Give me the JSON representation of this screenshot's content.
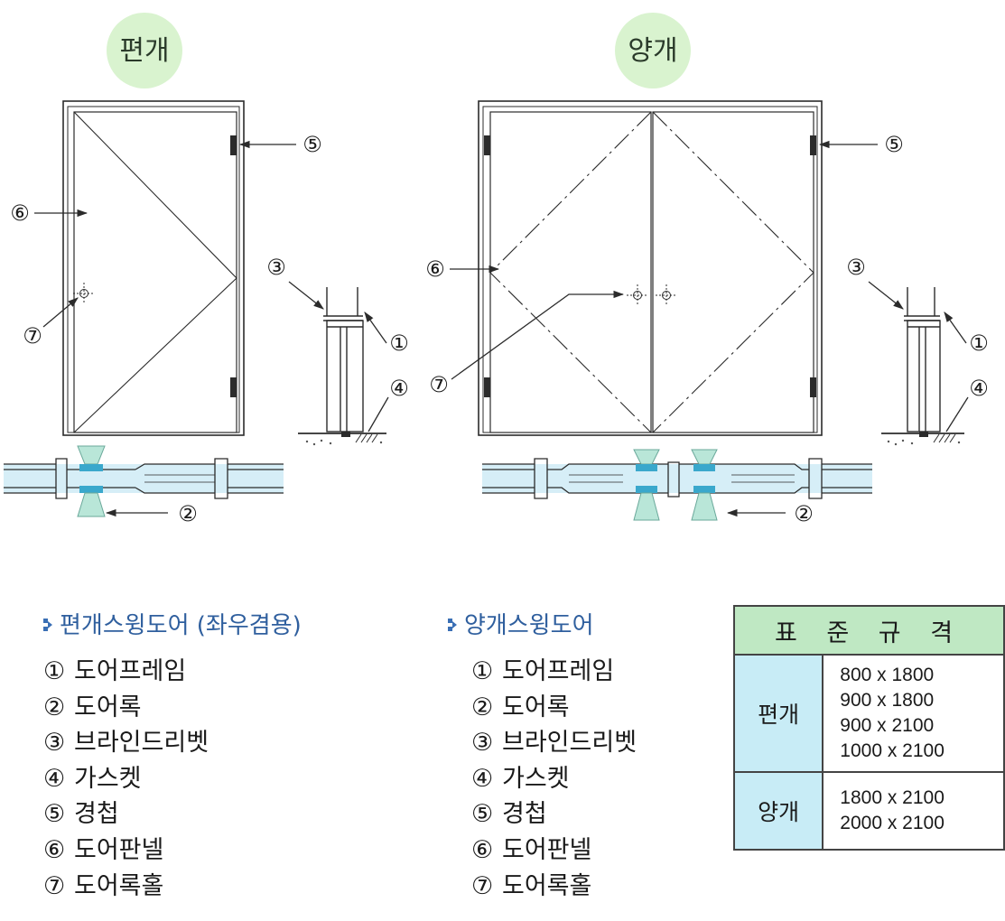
{
  "diagram": {
    "single_heading": "편개",
    "double_heading": "양개",
    "callouts": {
      "one": "①",
      "two": "②",
      "three": "③",
      "four": "④",
      "five": "⑤",
      "six": "⑥",
      "seven": "⑦"
    },
    "colors": {
      "heading_circle": "#d9f3cf",
      "line": "#2b2b2b",
      "lock_body": "#b9e6d8",
      "lock_band": "#3aa8cc",
      "glass_tint": "#d6eef7"
    }
  },
  "single_list": {
    "title": "편개스윙도어 (좌우겸용)",
    "items": [
      {
        "num": "①",
        "label": "도어프레임"
      },
      {
        "num": "②",
        "label": "도어록"
      },
      {
        "num": "③",
        "label": "브라인드리벳"
      },
      {
        "num": "④",
        "label": "가스켓"
      },
      {
        "num": "⑤",
        "label": "경첩"
      },
      {
        "num": "⑥",
        "label": "도어판넬"
      },
      {
        "num": "⑦",
        "label": "도어록홀"
      }
    ]
  },
  "double_list": {
    "title": "양개스윙도어",
    "items": [
      {
        "num": "①",
        "label": "도어프레임"
      },
      {
        "num": "②",
        "label": "도어록"
      },
      {
        "num": "③",
        "label": "브라인드리벳"
      },
      {
        "num": "④",
        "label": "가스켓"
      },
      {
        "num": "⑤",
        "label": "경첩"
      },
      {
        "num": "⑥",
        "label": "도어판넬"
      },
      {
        "num": "⑦",
        "label": "도어록홀"
      }
    ]
  },
  "spec_table": {
    "title": "표 준 규 격",
    "rows": [
      {
        "type": "편개",
        "sizes": [
          "800 x 1800",
          "900 x 1800",
          "900 x 2100",
          "1000 x 2100"
        ]
      },
      {
        "type": "양개",
        "sizes": [
          "1800 x 2100",
          "2000 x 2100"
        ]
      }
    ],
    "colors": {
      "header": "#bfe8c3",
      "row_header": "#c8ecf6",
      "border": "#444444"
    }
  }
}
